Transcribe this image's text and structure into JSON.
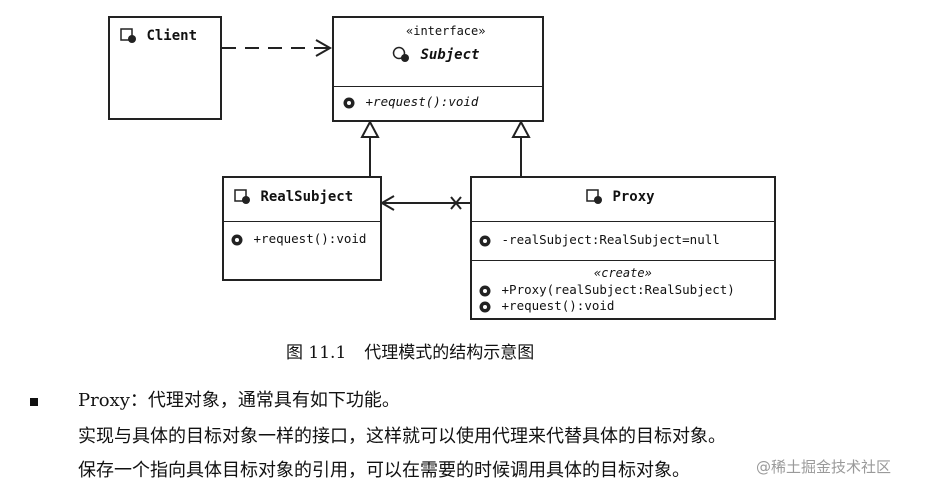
{
  "diagram": {
    "client": {
      "name": "Client"
    },
    "subject": {
      "stereotype": "«interface»",
      "name": "Subject",
      "methods": [
        "+request():void"
      ]
    },
    "real_subject": {
      "name": "RealSubject",
      "methods": [
        "+request():void"
      ]
    },
    "proxy": {
      "name": "Proxy",
      "attributes": [
        "-realSubject:RealSubject=null"
      ],
      "create_stereotype": "«create»",
      "methods": [
        "+Proxy(realSubject:RealSubject)",
        "+request():void"
      ]
    }
  },
  "caption": {
    "number": "图 11.1",
    "title": "代理模式的结构示意图"
  },
  "text": {
    "bullet_line": "Proxy：代理对象，通常具有如下功能。",
    "line2": "实现与具体的目标对象一样的接口，这样就可以使用代理来代替具体的目标对象。",
    "line3": "保存一个指向具体目标对象的引用，可以在需要的时候调用具体的目标对象。"
  },
  "watermark": "@稀土掘金技术社区"
}
